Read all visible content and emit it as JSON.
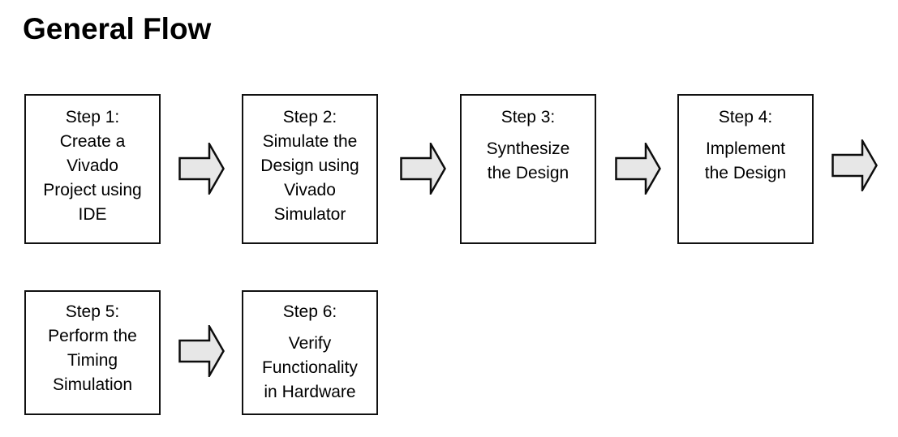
{
  "title": "General Flow",
  "colors": {
    "background": "#ffffff",
    "box_border": "#111111",
    "text": "#000000",
    "arrow_fill": "#e7e7e7",
    "arrow_stroke": "#0d0d0d"
  },
  "steps": [
    {
      "name": "step-1",
      "lines": [
        "Step 1:",
        "Create a",
        "Vivado",
        "Project using",
        "IDE"
      ]
    },
    {
      "name": "step-2",
      "lines": [
        "Step 2:",
        "Simulate the",
        "Design using",
        "Vivado",
        "Simulator"
      ]
    },
    {
      "name": "step-3",
      "lines": [
        "Step 3:",
        "Synthesize",
        "the Design"
      ]
    },
    {
      "name": "step-4",
      "lines": [
        "Step 4:",
        "Implement",
        "the Design"
      ]
    },
    {
      "name": "step-5",
      "lines": [
        "Step 5:",
        "Perform the",
        "Timing",
        "Simulation"
      ]
    },
    {
      "name": "step-6",
      "lines": [
        "Step 6:",
        "Verify",
        "Functionality",
        "in Hardware"
      ]
    }
  ]
}
